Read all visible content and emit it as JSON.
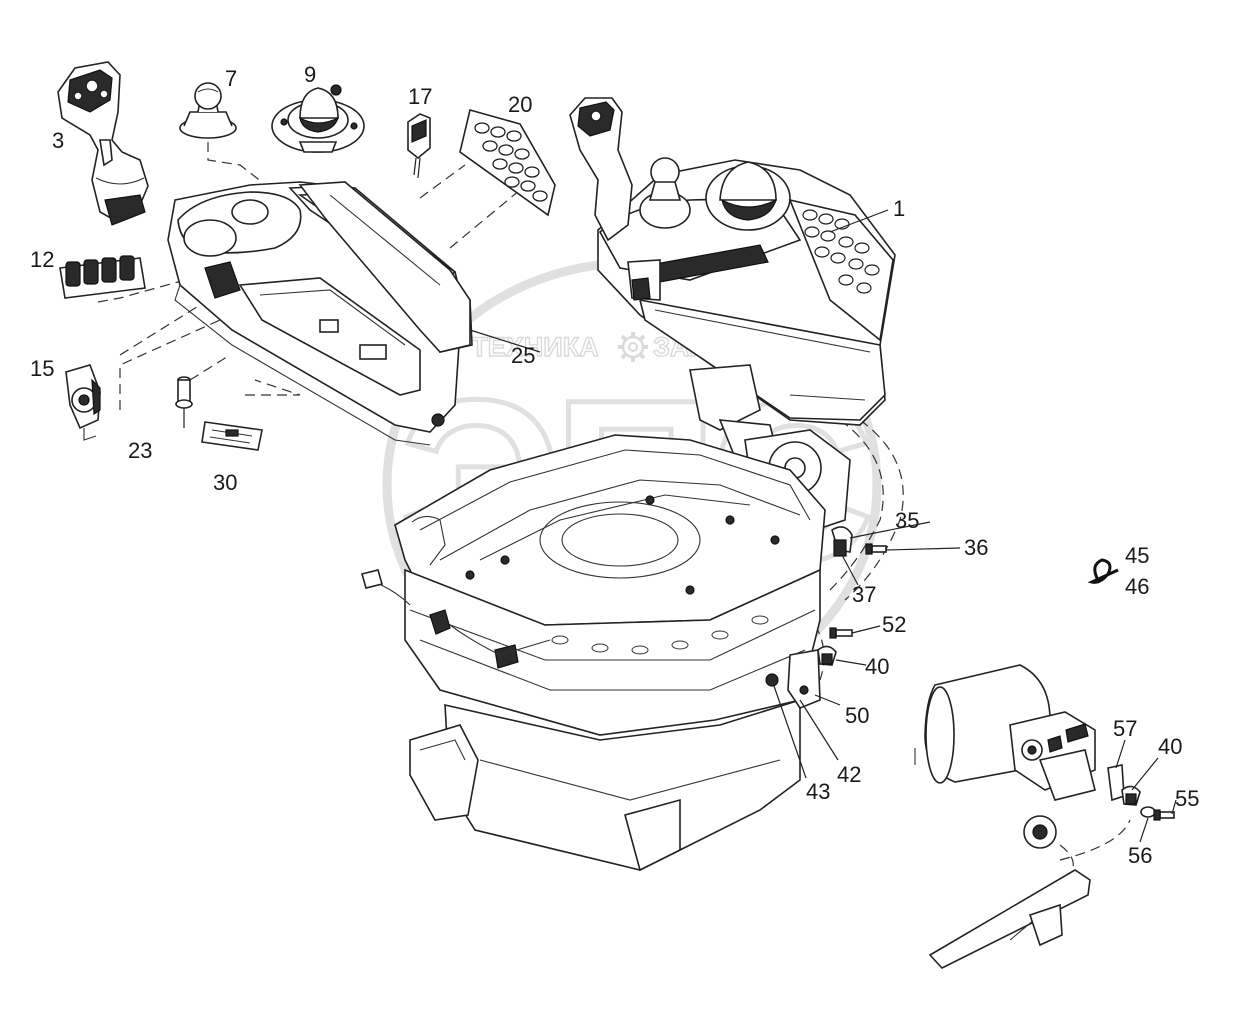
{
  "watermark": {
    "big_letters": "ЭПС",
    "left_text": "ТЕХНИКА",
    "right_text": "ЗАПЧАСТИ",
    "gear_icon": "gear-icon",
    "color": "#c8c8c8"
  },
  "callouts": {
    "c1": "1",
    "c3": "3",
    "c7": "7",
    "c9": "9",
    "c12": "12",
    "c15": "15",
    "c17": "17",
    "c20": "20",
    "c23": "23",
    "c25": "25",
    "c30": "30",
    "c35": "35",
    "c36": "36",
    "c37": "37",
    "c40a": "40",
    "c40b": "40",
    "c42": "42",
    "c43": "43",
    "c45": "45",
    "c46": "46",
    "c50": "50",
    "c52": "52",
    "c55": "55",
    "c56": "56",
    "c57": "57"
  }
}
